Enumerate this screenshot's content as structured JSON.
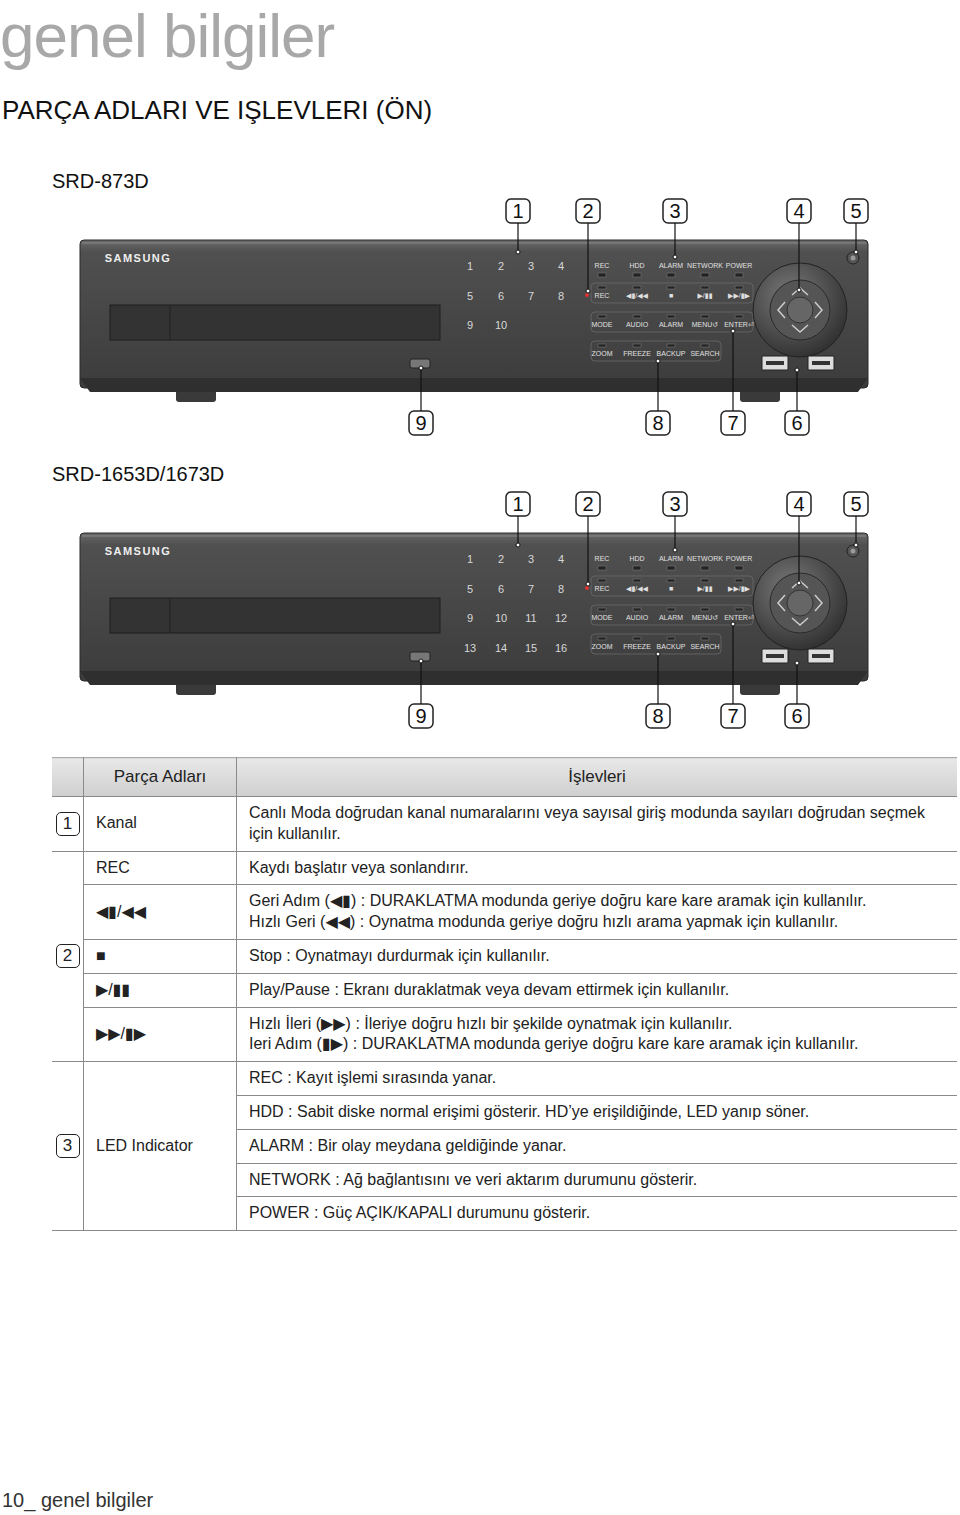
{
  "diagram": {
    "title": "genel bilgiler",
    "labels": [
      "PARÇA ADLARI VE IŞLEVLERI (ÖN)",
      "SRD-873D",
      "1",
      "2",
      "3",
      "4",
      "5",
      "SAMSUNG",
      "1",
      "2",
      "3",
      "4",
      "5",
      "6",
      "7",
      "8",
      "9",
      "10",
      "REC",
      "HDD",
      "ALARM",
      "NETWORK",
      "POWER",
      "REC",
      "◀▮/◀◀",
      "■",
      "▶/▮▮",
      "▶▶/▮▶",
      "MODE",
      "AUDIO",
      "ALARM",
      "MENU↺",
      "ENTER⏎",
      "ZOOM",
      "FREEZE",
      "BACKUP",
      "SEARCH",
      "9",
      "8",
      "7",
      "6",
      "SRD-1653D/1673D",
      "1",
      "2",
      "3",
      "4",
      "5",
      "SAMSUNG",
      "1",
      "2",
      "3",
      "4",
      "5",
      "6",
      "7",
      "8",
      "9",
      "10",
      "11",
      "12",
      "13",
      "14",
      "15",
      "16",
      "REC",
      "HDD",
      "ALARM",
      "NETWORK",
      "POWER",
      "REC",
      "◀▮/◀◀",
      "■",
      "▶/▮▮",
      "▶▶/▮▶",
      "MODE",
      "AUDIO",
      "ALARM",
      "MENU↺",
      "ENTER⏎",
      "ZOOM",
      "FREEZE",
      "BACKUP",
      "SEARCH",
      "9",
      "8",
      "7",
      "6",
      "Parça Adları",
      "İşlevleri",
      "1",
      "Kanal",
      "Canlı Moda doğrudan kanal numaralarını veya sayısal giriş modunda sayıları doğrudan seçmek için kullanılır.",
      "2",
      "REC",
      "Kaydı başlatır veya sonlandırır.",
      "◀▮/◀◀",
      "Geri Adım (◀▮) : DURAKLATMA modunda geriye doğru kare kare aramak için kullanılır.",
      "Hızlı Geri (◀◀) : Oynatma modunda geriye doğru hızlı arama yapmak için kullanılır.",
      "■",
      "Stop : Oynatmayı durdurmak için kullanılır.",
      "▶/▮▮",
      "Play/Pause : Ekranı duraklatmak veya devam ettirmek için kullanılır.",
      "▶▶/▮▶",
      "Hızlı İleri (▶▶) : İleriye doğru hızlı bir şekilde oynatmak için kullanılır.",
      "Ieri Adım (▮▶) : DURAKLATMA modunda geriye doğru kare kare aramak için kullanılır.",
      "3",
      "LED Indicator",
      "REC : Kayıt işlemi sırasında yanar.",
      "HDD : Sabit diske normal erişimi gösterir. HD’ye erişildiğinde, LED yanıp söner.",
      "ALARM : Bir olay meydana geldiğinde yanar.",
      "NETWORK : Ağ bağlantısını ve veri aktarım durumunu gösterir.",
      "POWER : Güç AÇIK/KAPALI durumunu gösterir.",
      "10_ genel bilgiler"
    ]
  }
}
